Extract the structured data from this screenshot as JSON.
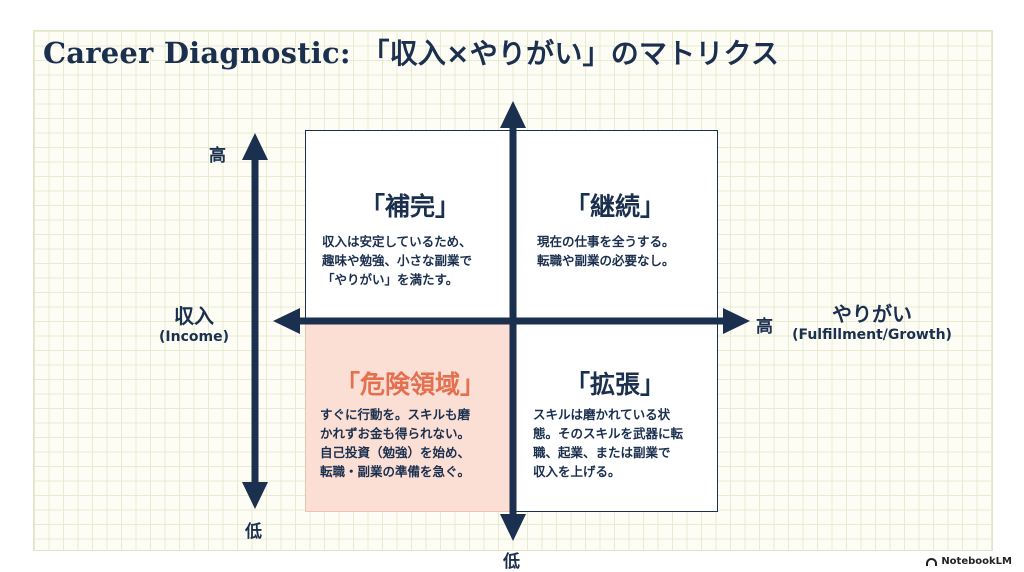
{
  "title": {
    "english": "Career Diagnostic:",
    "japanese": "「収入×やりがい」のマトリクス"
  },
  "axes": {
    "vertical": {
      "label": "収入",
      "sublabel": "(Income)",
      "high": "高",
      "low": "低"
    },
    "horizontal": {
      "label": "やりがい",
      "sublabel": "(Fulfillment/Growth)",
      "high": "高",
      "low": "低"
    }
  },
  "quadrants": {
    "top_left": {
      "title": "「補完」",
      "lines": [
        "収入は安定しているため、",
        "趣味や勉強、小さな副業で",
        "「やりがい」を満たす。"
      ]
    },
    "top_right": {
      "title": "「継続」",
      "lines": [
        "現在の仕事を全うする。",
        "転職や副業の必要なし。"
      ]
    },
    "bottom_left": {
      "title": "「危険領域」",
      "lines": [
        "すぐに行動を。スキルも磨",
        "かれずお金も得られない。",
        "自己投資（勉強）を始め、",
        "転職・副業の準備を急ぐ。"
      ]
    },
    "bottom_right": {
      "title": "「拡張」",
      "lines": [
        "スキルは磨かれている状",
        "態。そのスキルを武器に転",
        "職、起業、または副業で",
        "収入を上げる。"
      ]
    }
  },
  "colors": {
    "navy": "#1b2f4e",
    "danger_fill": "#fbdfd5",
    "danger_text": "#e4704f",
    "grid_line": "#e7ebd1"
  },
  "watermark": "NotebookLM"
}
